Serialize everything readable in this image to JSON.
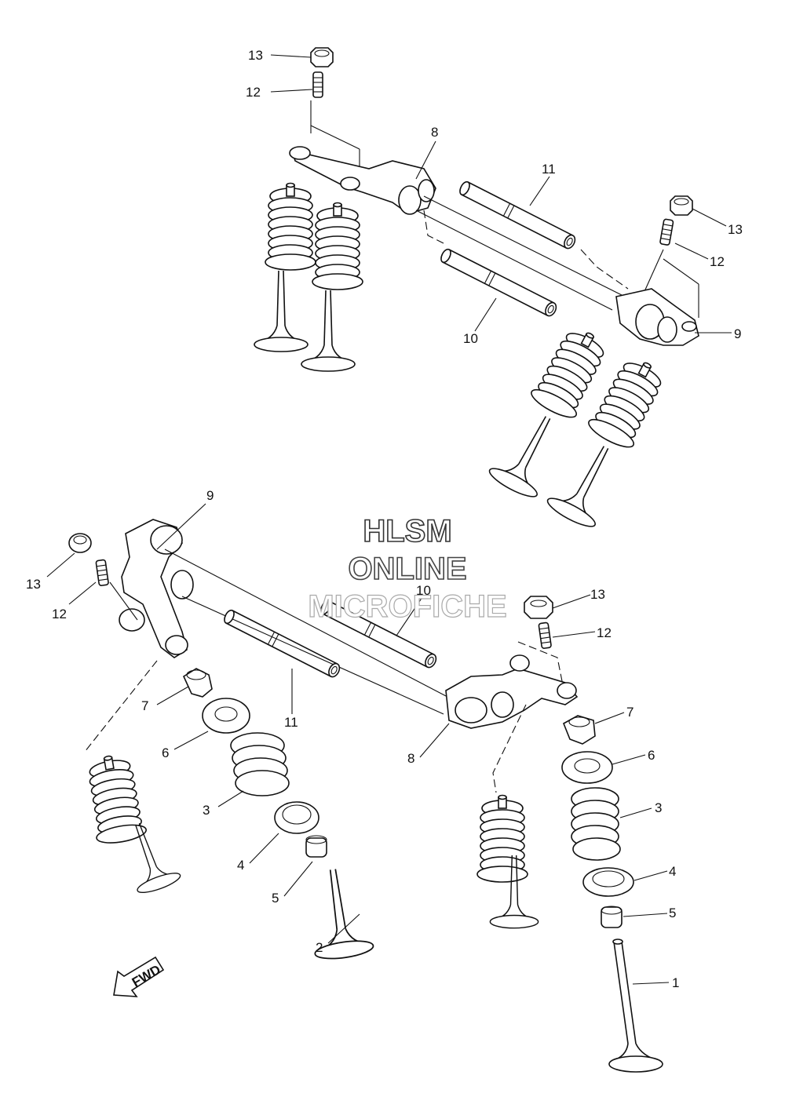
{
  "watermark": {
    "line1": "HLSM",
    "line2": "ONLINE",
    "line3": "MICROFICHE"
  },
  "fwd_label": "FWD",
  "labels": {
    "l13a": "13",
    "l12a": "12",
    "l8a": "8",
    "l11a": "11",
    "l13b": "13",
    "l12b": "12",
    "l9a": "9",
    "l10a": "10",
    "l9b": "9",
    "l13c": "13",
    "l12c": "12",
    "l10b": "10",
    "l13d": "13",
    "l12d": "12",
    "l7a": "7",
    "l6a": "6",
    "l11b": "11",
    "l3a": "3",
    "l4a": "4",
    "l5a": "5",
    "l2": "2",
    "l8b": "8",
    "l7b": "7",
    "l6b": "6",
    "l3b": "3",
    "l4b": "4",
    "l5b": "5",
    "l1": "1"
  },
  "colors": {
    "ink": "#111111",
    "paper": "#ffffff",
    "watermark_outline": "#555555"
  }
}
